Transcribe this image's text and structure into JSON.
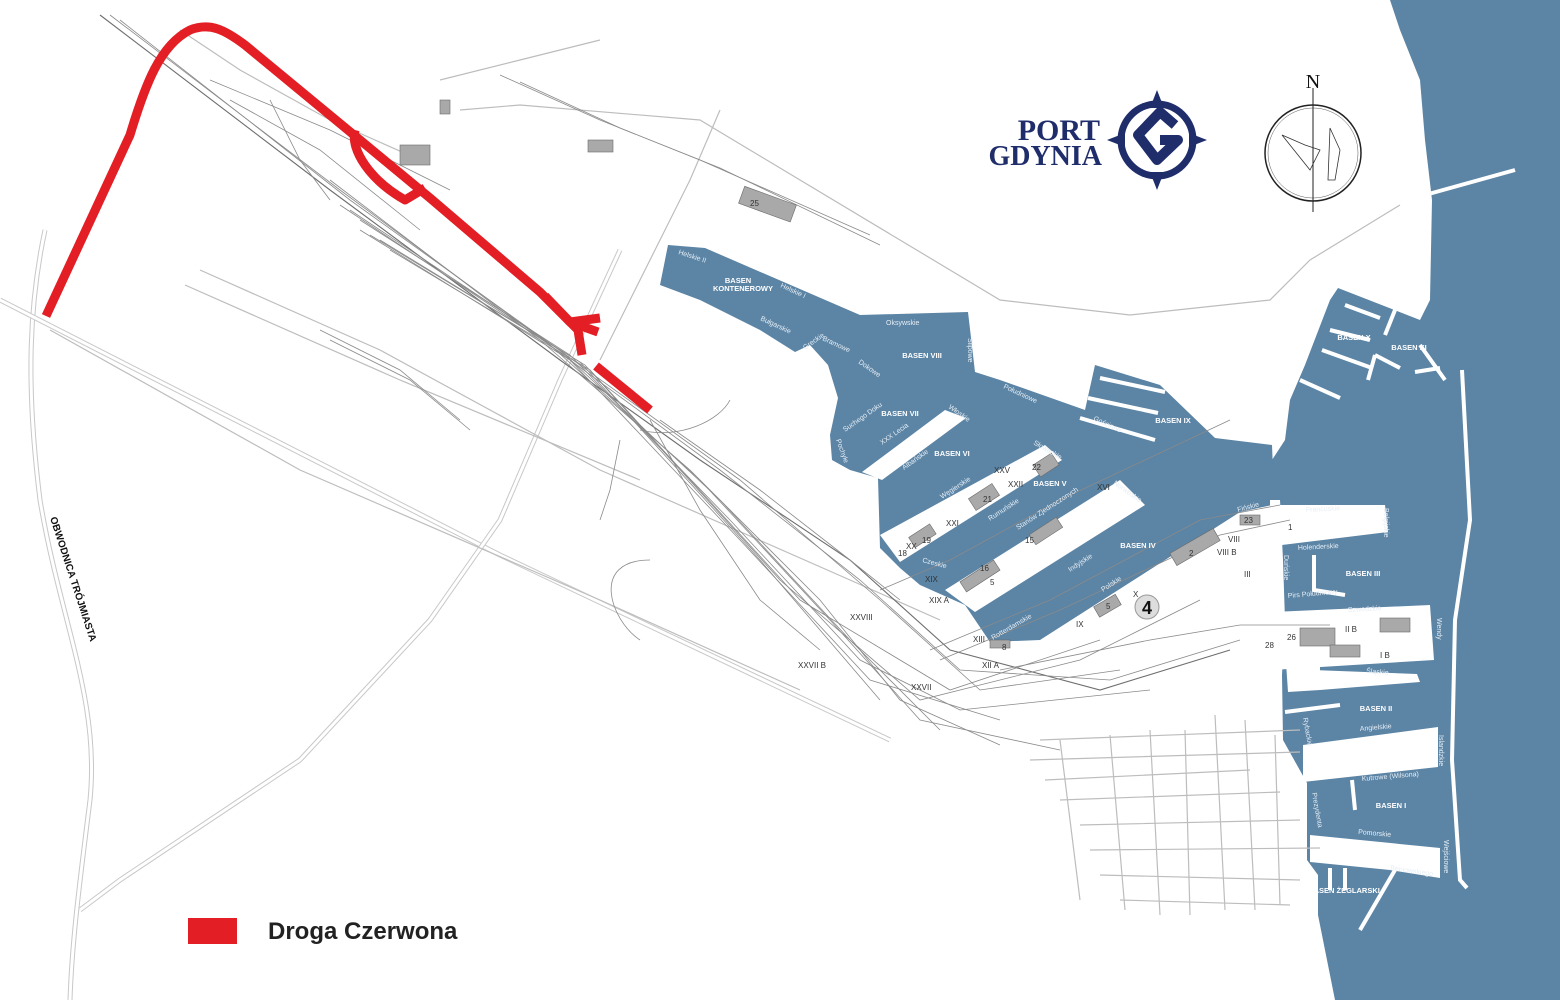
{
  "logo": {
    "line1": "PORT",
    "line2": "GDYNIA"
  },
  "compass": {
    "north": "N"
  },
  "legend": {
    "label": "Droga Czerwona",
    "color": "#e31e24"
  },
  "colors": {
    "water": "#5b84a5",
    "route": "#e31e24",
    "brand": "#1f2d6b"
  },
  "roads": {
    "ring_road": "OBWODNICA TRÓJMIASTA"
  },
  "basins": {
    "kontenerowy_1": "BASEN",
    "kontenerowy_2": "KONTENEROWY",
    "viii": "BASEN VIII",
    "vii": "BASEN VII",
    "vi": "BASEN VI",
    "v": "BASEN V",
    "iv": "BASEN IV",
    "ix": "BASEN IX",
    "x": "BASEN X",
    "xi": "BASEN XI",
    "iii": "BASEN III",
    "ii": "BASEN II",
    "i": "BASEN I",
    "zeglarski": "BASEN ŻEGLARSKI"
  },
  "quays": {
    "helskie2": "Helskie II",
    "helskie1": "Helskie I",
    "bulgarskie": "Bułgarskie",
    "greckie": "Greckie",
    "bramowe": "Bramowe",
    "dokowe": "Dokowe",
    "oksywskie": "Oksywskie",
    "slipowe": "Slipowe",
    "poludniowe": "Południowe",
    "goscinne": "Gościnne",
    "wloskie": "Włoskie",
    "suchego_doku": "Suchego Doku",
    "xxx_lecia": "XXX Lecia",
    "pochyle": "Pochyłe",
    "albanskie": "Albańskie",
    "wegierskie": "Węgierskie",
    "slowackie": "Słowackie",
    "rumunskie": "Rumuńskie",
    "stanow": "Stanów Zjednoczonych",
    "norweskie": "Norweskie",
    "czeskie": "Czeskie",
    "indyjskie": "Indyjskie",
    "polskie": "Polskie",
    "rotterdamskie": "Rotterdamskie",
    "finskie": "Fińskie",
    "francuskie": "Francuskie",
    "belgijskie": "Belgijskie",
    "holenderskie": "Holenderskie",
    "dunskie": "Duńskie",
    "pirs": "Pirs Południowy",
    "szwedzkie": "Szwedzkie",
    "wendy": "Wendy",
    "slaskie": "Śląskie",
    "rybackie": "Rybackie",
    "angielskie": "Angielskie",
    "islandzkie": "Islandzkie",
    "kutrowe": "Kutrowe (Wilsona)",
    "prezydenta": "Prezydenta",
    "pomorskie": "Pomorskie",
    "beniowskiego": "Beniowskiego",
    "wejsciowe": "Wejściowe"
  },
  "terminals": {
    "t25": "25",
    "t22": "22",
    "t21": "21",
    "t19": "19",
    "t18": "18",
    "t16": "16",
    "t15": "15",
    "t5a": "5",
    "t5b": "5",
    "t2": "2",
    "t23": "23",
    "t1": "1",
    "t26": "26",
    "t28": "28",
    "t8": "8",
    "xxv": "XXV",
    "xxii": "XXII",
    "xxi": "XXI",
    "xx": "XX",
    "xix": "XIX",
    "xixa": "XIX A",
    "xvi": "XVI",
    "xiii": "XIII",
    "xiia": "XII A",
    "ix": "IX",
    "x": "X",
    "viiib": "VIII B",
    "viii": "VIII",
    "iii": "III",
    "iib": "II B",
    "ib": "I B",
    "xxvii": "XXVII",
    "xxviib": "XXVII B",
    "xxviii": "XXVIII",
    "gate4": "4"
  }
}
